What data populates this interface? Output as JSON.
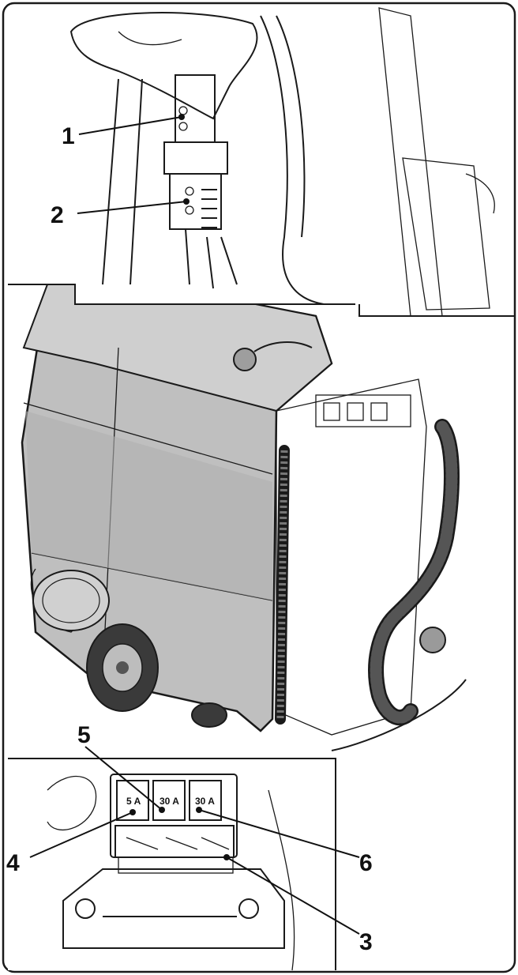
{
  "figure": {
    "callouts": [
      {
        "id": "1",
        "label": "1"
      },
      {
        "id": "2",
        "label": "2"
      },
      {
        "id": "3",
        "label": "3"
      },
      {
        "id": "4",
        "label": "4"
      },
      {
        "id": "5",
        "label": "5"
      },
      {
        "id": "6",
        "label": "6"
      }
    ],
    "fuse_ratings": [
      "5 A",
      "30 A",
      "30 A"
    ]
  }
}
